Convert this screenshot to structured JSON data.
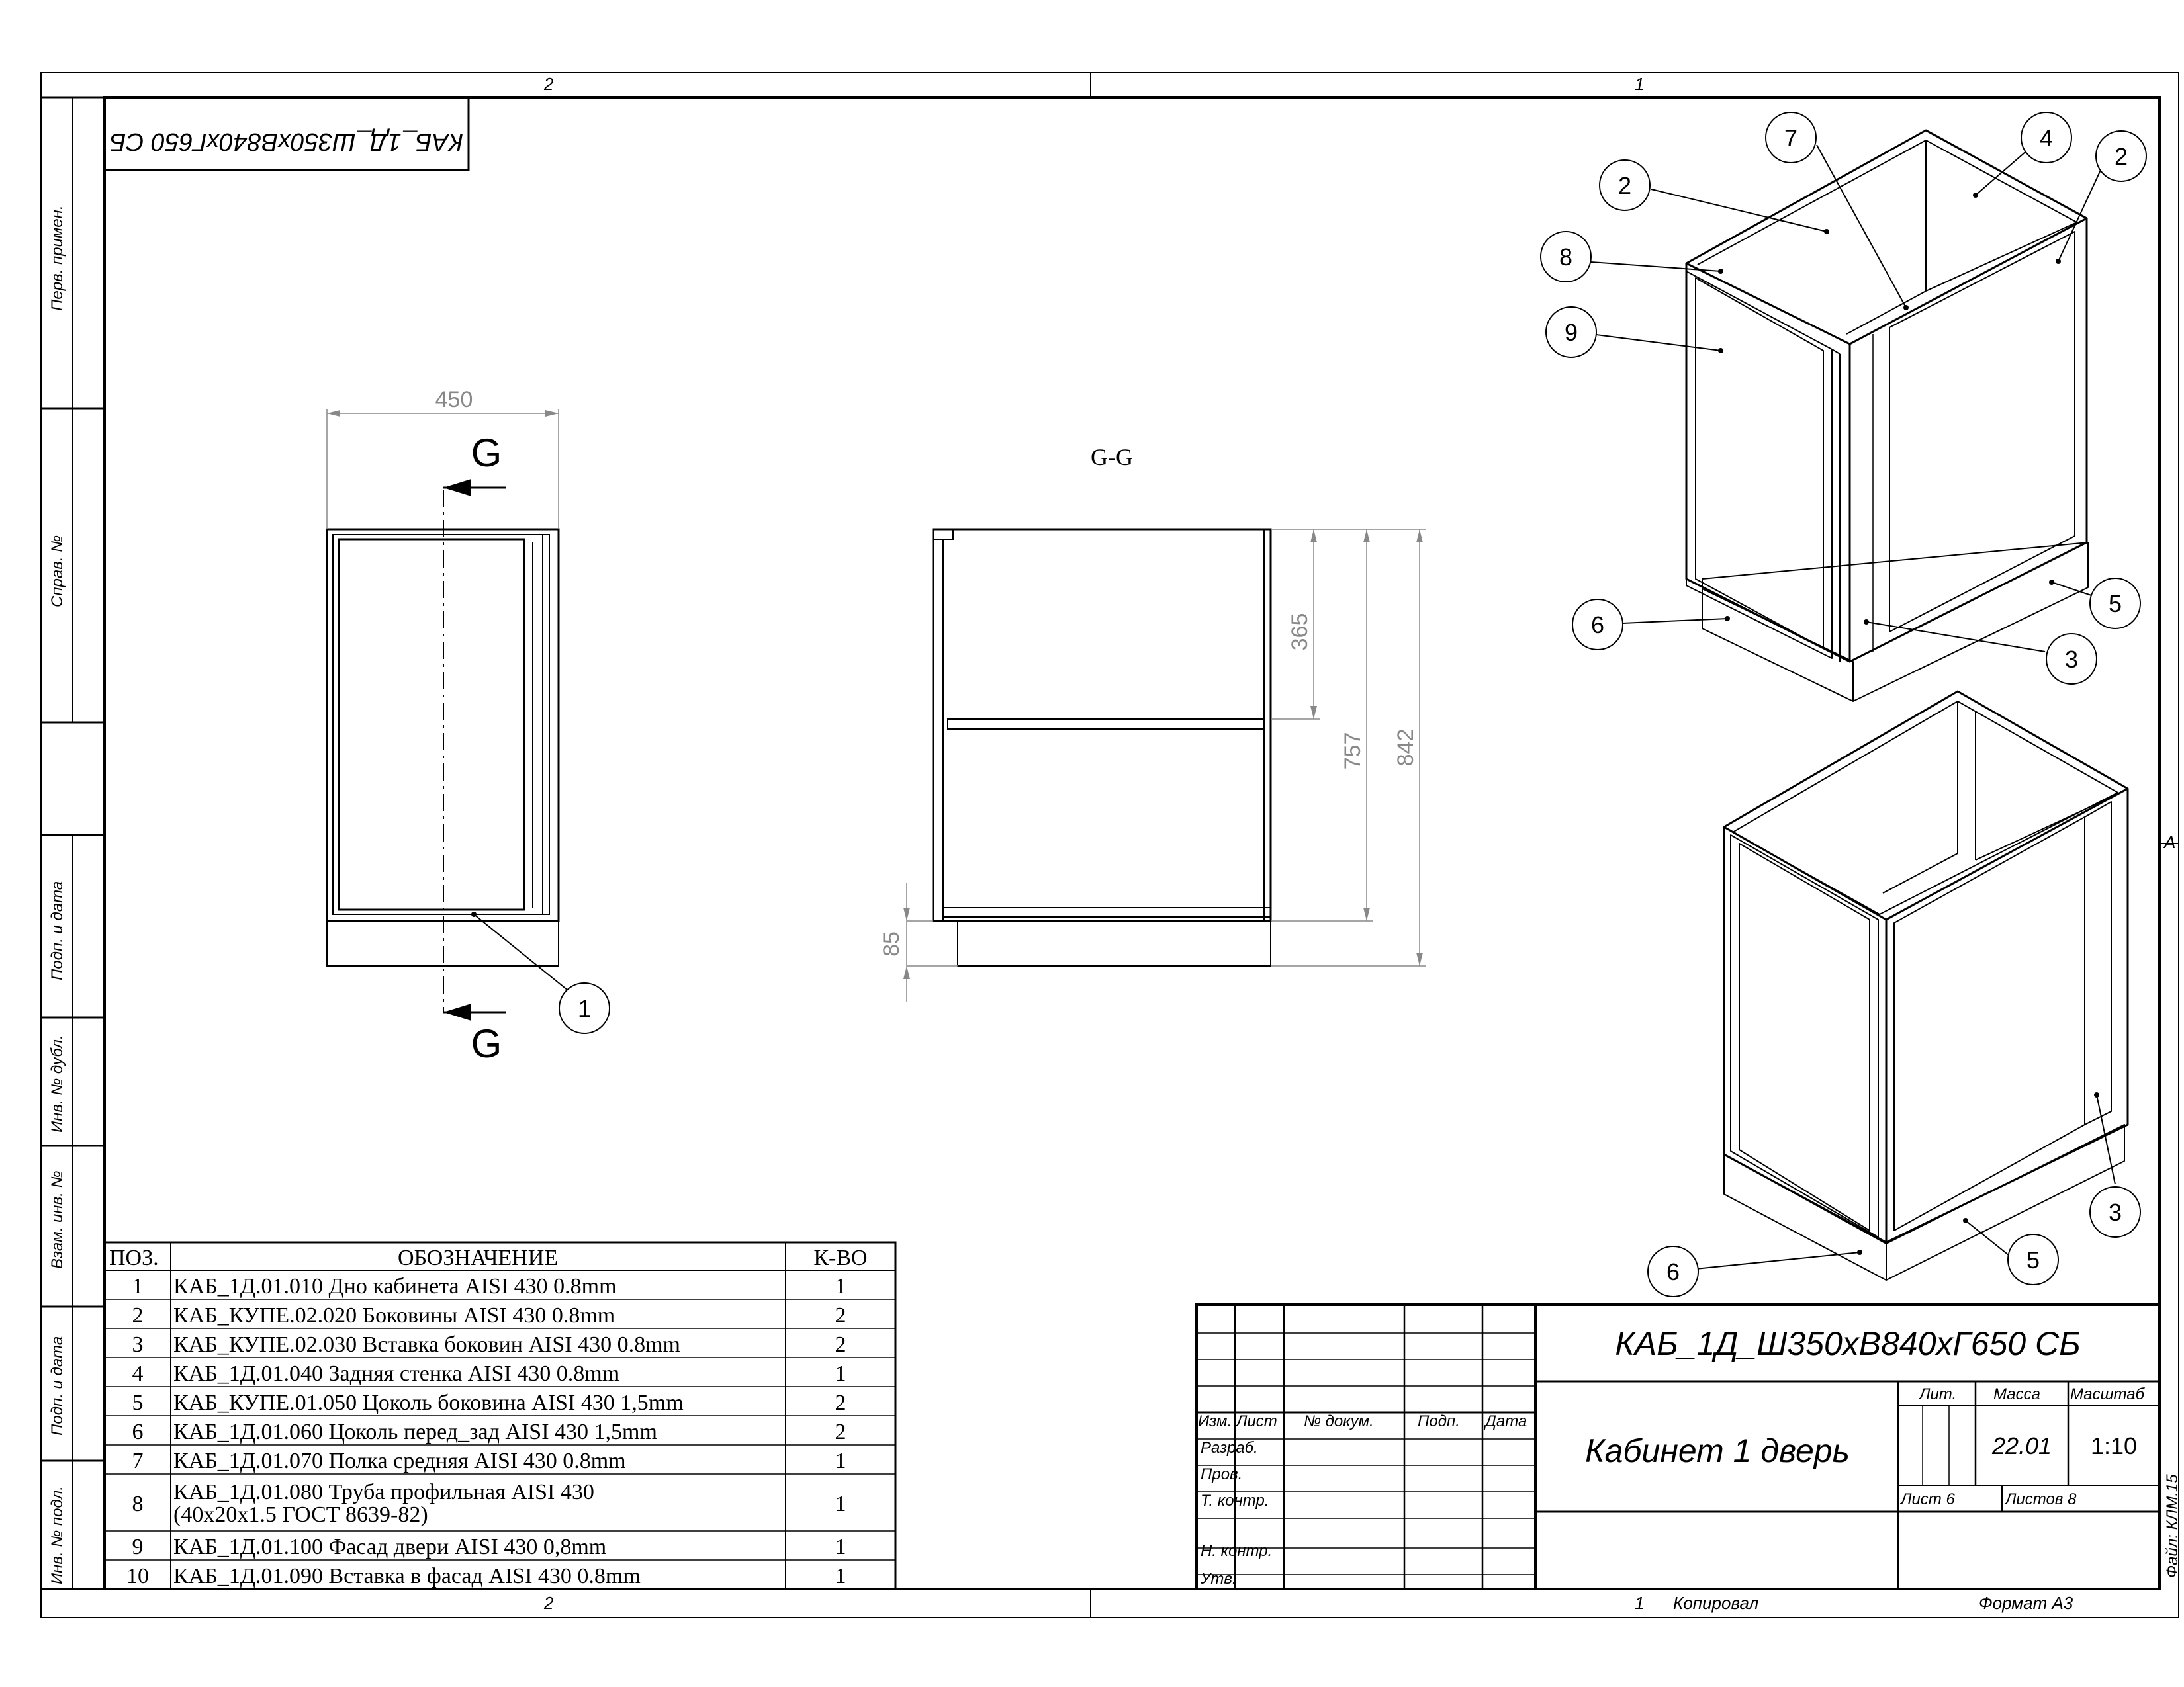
{
  "frame": {
    "zone_top_left": "2",
    "zone_top_right": "1",
    "zone_bottom_left": "2",
    "zone_right_mid": "A",
    "side_labels": [
      "Перв. примен.",
      "Справ. №",
      "Подп. и дата",
      "Инв. № дубл.",
      "Взам. инв. №",
      "Подп. и дата",
      "Инв. № подл."
    ],
    "file_label": "Файл: КЛМ.15",
    "copied_num": "1",
    "copied_label": "Копировал",
    "format_label": "Формат А3"
  },
  "rotated_stamp": "КАБ_1Д_Ш350хВ840хГ650 СБ",
  "front_view": {
    "width_dim": "450",
    "section_letter_top": "G",
    "section_letter_bottom": "G",
    "callout": "1"
  },
  "section_view": {
    "title": "G-G",
    "dim_365": "365",
    "dim_757": "757",
    "dim_842": "842",
    "dim_85": "85"
  },
  "iso_top": {
    "callouts": [
      "7",
      "4",
      "2",
      "2",
      "8",
      "9",
      "6",
      "5",
      "3"
    ]
  },
  "iso_bottom": {
    "callouts": [
      "3",
      "6",
      "5"
    ]
  },
  "bom": {
    "headers": [
      "ПОЗ.",
      "ОБОЗНАЧЕНИЕ",
      "К-ВО"
    ],
    "rows": [
      {
        "pos": "1",
        "name": "КАБ_1Д.01.010 Дно кабинета AISI 430  0.8mm",
        "name2": "",
        "qty": "1"
      },
      {
        "pos": "2",
        "name": "КАБ_КУПЕ.02.020 Боковины AISI 430  0.8mm",
        "name2": "",
        "qty": "2"
      },
      {
        "pos": "3",
        "name": "КАБ_КУПЕ.02.030 Вставка боковин AISI 430  0.8mm",
        "name2": "",
        "qty": "2"
      },
      {
        "pos": "4",
        "name": "КАБ_1Д.01.040 Задняя стенка AISI 430  0.8mm",
        "name2": "",
        "qty": "1"
      },
      {
        "pos": "5",
        "name": "КАБ_КУПЕ.01.050 Цоколь боковина AISI 430  1,5mm",
        "name2": "",
        "qty": "2"
      },
      {
        "pos": "6",
        "name": "КАБ_1Д.01.060 Цоколь перед_зад AISI 430  1,5mm",
        "name2": "",
        "qty": "2"
      },
      {
        "pos": "7",
        "name": "КАБ_1Д.01.070 Полка средняя AISI 430  0.8mm",
        "name2": "",
        "qty": "1"
      },
      {
        "pos": "8",
        "name": "КАБ_1Д.01.080 Труба профильная AISI 430",
        "name2": "(40х20х1.5 ГОСТ 8639-82)",
        "qty": "1"
      },
      {
        "pos": "9",
        "name": "КАБ_1Д.01.100 Фасад двери AISI 430  0,8mm",
        "name2": "",
        "qty": "1"
      },
      {
        "pos": "10",
        "name": "КАБ_1Д.01.090 Вставка в фасад AISI 430  0.8mm",
        "name2": "",
        "qty": "1"
      }
    ]
  },
  "title_block": {
    "designation": "КАБ_1Д_Ш350хВ840хГ650 СБ",
    "name": "Кабинет 1 дверь",
    "col_izm": "Изм.",
    "col_list": "Лист",
    "col_doc": "№ докум.",
    "col_podp": "Подп.",
    "col_data": "Дата",
    "razrab": "Разраб.",
    "prov": "Пров.",
    "tkontr": "Т. контр.",
    "nkontr": "Н. контр.",
    "utv": "Утв.",
    "lit": "Лит.",
    "massa": "Масса",
    "masshtab": "Масштаб",
    "mass_value": "22.01",
    "scale_value": "1:10",
    "sheet": "Лист 6",
    "sheets": "Листов 8"
  }
}
